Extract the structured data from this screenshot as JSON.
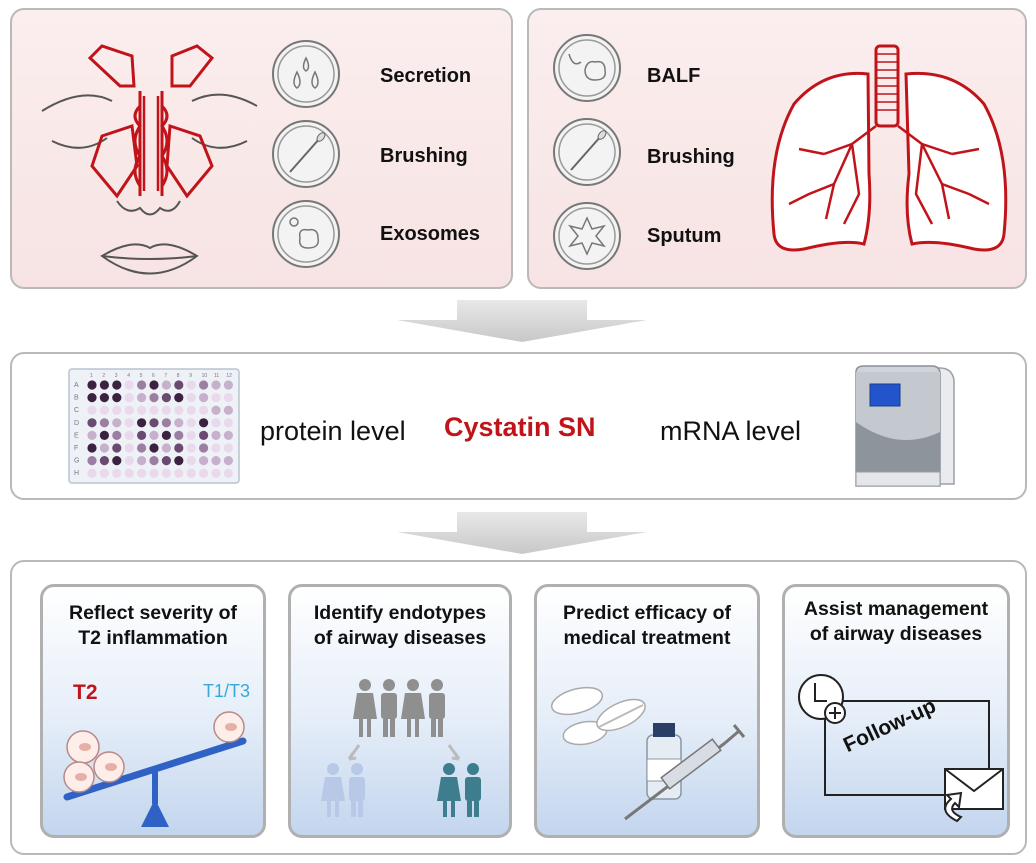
{
  "top_left": {
    "samples": [
      {
        "label": "Secretion",
        "icon": "droplets-icon"
      },
      {
        "label": "Brushing",
        "icon": "swab-icon"
      },
      {
        "label": "Exosomes",
        "icon": "vesicle-icon"
      }
    ]
  },
  "top_right": {
    "samples": [
      {
        "label": "BALF",
        "icon": "balf-icon"
      },
      {
        "label": "Brushing",
        "icon": "swab-icon"
      },
      {
        "label": "Sputum",
        "icon": "sputum-icon"
      }
    ]
  },
  "middle": {
    "protein": "protein level",
    "center": "Cystatin SN",
    "mrna": "mRNA level",
    "plate_rows": [
      "A",
      "B",
      "C",
      "D",
      "E",
      "F",
      "G",
      "H"
    ],
    "plate_cols": [
      "1",
      "2",
      "3",
      "4",
      "5",
      "6",
      "7",
      "8",
      "9",
      "10",
      "11",
      "12"
    ]
  },
  "cards": [
    {
      "line1": "Reflect severity of",
      "line2": "T2 inflammation",
      "left_tag": "T2",
      "right_tag": "T1/T3"
    },
    {
      "line1": "Identify endotypes",
      "line2": "of airway diseases"
    },
    {
      "line1": "Predict efficacy of",
      "line2": "medical treatment"
    },
    {
      "line1": "Assist management",
      "line2": "of airway diseases",
      "tag": "Follow-up"
    }
  ],
  "colors": {
    "accent_red": "#c0141a",
    "card_blue": "#c3d5ee",
    "seesaw_blue": "#2f62c4",
    "t1t3_cyan": "#38a8d8"
  }
}
